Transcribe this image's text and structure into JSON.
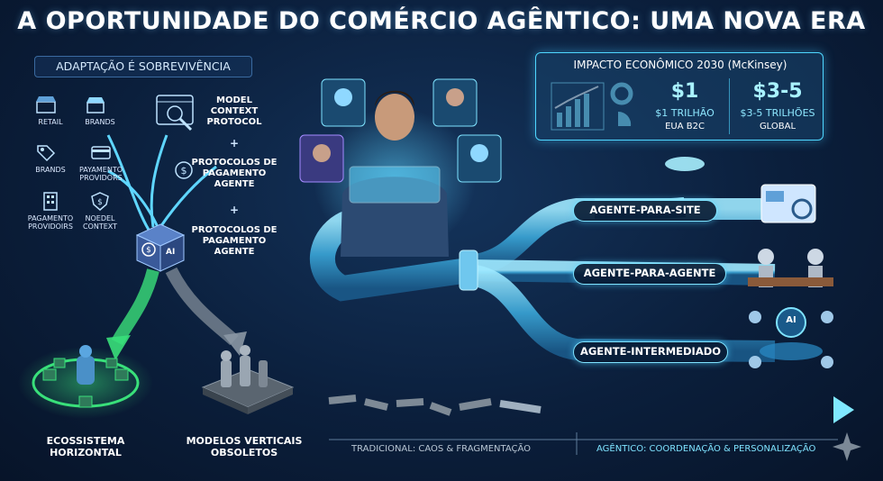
{
  "title": "A OPORTUNIDADE DO COMÉRCIO AGÊNTICO: UMA NOVA ERA",
  "adaptation_label": "ADAPTAÇÃO É SOBREVIVÊNCIA",
  "left_icons": [
    {
      "label": "RETAIL",
      "icon": "store-icon"
    },
    {
      "label": "BRANDS",
      "icon": "shop-icon"
    },
    {
      "label": "BRANDS",
      "icon": "tag-icon"
    },
    {
      "label": "PAYAMENTO PROVIDORS",
      "icon": "card-icon"
    },
    {
      "label": "PAGAMENTO PROVIDOIRS",
      "icon": "building-icon"
    },
    {
      "label": "NOEDEL CONTEXT",
      "icon": "shield-icon"
    }
  ],
  "protocols": {
    "p1": "MODEL CONTEXT PROTOCOL",
    "plus1": "+",
    "p2": "PROTOCOLOS DE PAGAMENTO AGENTE",
    "plus2": "+",
    "p3": "PROTOCOLOS DE PAGAMENTO AGENTE"
  },
  "impact": {
    "title": "IMPACTO ECONÔMICO 2030 (McKinsey)",
    "left_value": "$1",
    "left_sub": "$1 TRILHÃO",
    "left_sub2": "EUA B2C",
    "right_value": "$3-5",
    "right_sub": "$3-5 TRILHÕES",
    "right_sub2": "GLOBAL"
  },
  "channels": [
    "AGENTE-PARA-SITE",
    "AGENTE-PARA-AGENTE",
    "AGENTE-INTERMEDIADO"
  ],
  "bottom": {
    "ecosystem": "ECOSSISTEMA HORIZONTAL",
    "obsolete": "MODELOS VERTICAIS OBSOLETOS",
    "cube_label": "AI",
    "hub_label": "AI"
  },
  "timeline": {
    "left": "TRADICIONAL: CAOS & FRAGMENTAÇÃO",
    "right": "AGÊNTICO: COORDENAÇÃO & PERSONALIZAÇÃO"
  },
  "colors": {
    "accent": "#4fd7ff",
    "green": "#39e07a",
    "bg": "#0b1f3c"
  }
}
